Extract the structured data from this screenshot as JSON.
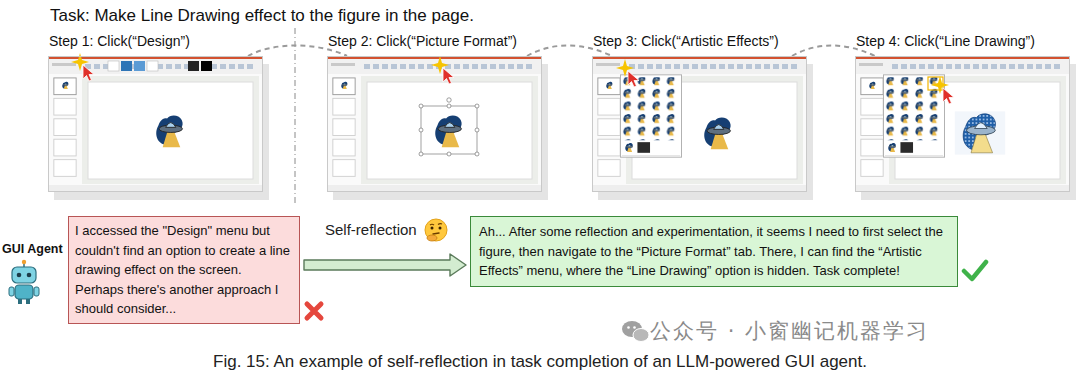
{
  "diagram": {
    "title": "Task: Make Line Drawing effect to the figure in the page.",
    "caption": "Fig. 15: An example of self-reflection in task completion of an LLM-powered GUI agent.",
    "nodes": [
      {
        "text": [
          "Step 1: Click(“Design”)"
        ]
      },
      {
        "text": [
          "Step 2: Click(“Picture Format”)"
        ]
      },
      {
        "text": [
          "Step 3: Click(“Artistic Effects”)"
        ]
      },
      {
        "text": [
          "Step 4: Click(“Line Drawing”)"
        ]
      },
      {
        "text": [
          "I accessed the \"Design\" menu but couldn't find an option to create a line drawing effect on the screen. Perhaps there's another approach I should consider..."
        ]
      },
      {
        "text": [
          "Ah... After some reflection and experimentation, it seems I need to first select the figure, then navigate to the “Picture Format” tab. There, I can find the “Artistic Effects” menu, where the “Line Drawing” option is hidden. Task complete!"
        ]
      }
    ],
    "edges": [
      {
        "from": 0,
        "to": 1,
        "arrow": "none"
      },
      {
        "from": 1,
        "to": 2,
        "arrow": "none"
      },
      {
        "from": 2,
        "to": 3,
        "arrow": "none"
      },
      {
        "from": 4,
        "to": 5,
        "label": "Self-reflection",
        "arrow": "to"
      }
    ],
    "labels": [
      "GUI Agent",
      "公众号 · 小窗幽记机器学习"
    ]
  }
}
